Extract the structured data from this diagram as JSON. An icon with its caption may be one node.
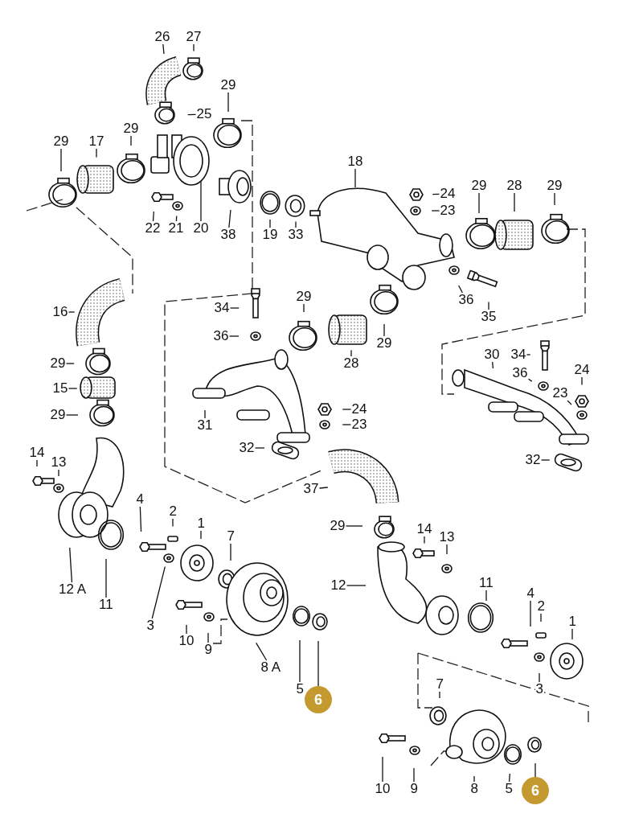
{
  "diagram": {
    "nodes": [
      {
        "text": [
          "26"
        ]
      },
      {
        "text": [
          "27"
        ]
      },
      {
        "text": [
          "25"
        ]
      },
      {
        "text": [
          "29"
        ]
      },
      {
        "text": [
          "29"
        ]
      },
      {
        "text": [
          "17"
        ]
      },
      {
        "text": [
          "29"
        ]
      },
      {
        "text": [
          "18"
        ]
      },
      {
        "text": [
          "24"
        ]
      },
      {
        "text": [
          "23"
        ]
      },
      {
        "text": [
          "29"
        ]
      },
      {
        "text": [
          "28"
        ]
      },
      {
        "text": [
          "29"
        ]
      },
      {
        "text": [
          "22"
        ]
      },
      {
        "text": [
          "21"
        ]
      },
      {
        "text": [
          "20"
        ]
      },
      {
        "text": [
          "38"
        ]
      },
      {
        "text": [
          "19"
        ]
      },
      {
        "text": [
          "33"
        ]
      },
      {
        "text": [
          "16"
        ]
      },
      {
        "text": [
          "34"
        ]
      },
      {
        "text": [
          "29"
        ]
      },
      {
        "text": [
          "36"
        ]
      },
      {
        "text": [
          "35"
        ]
      },
      {
        "text": [
          "36"
        ]
      },
      {
        "text": [
          "28"
        ]
      },
      {
        "text": [
          "29"
        ]
      },
      {
        "text": [
          "29"
        ]
      },
      {
        "text": [
          "30"
        ]
      },
      {
        "text": [
          "34"
        ]
      },
      {
        "text": [
          "36"
        ]
      },
      {
        "text": [
          "24"
        ]
      },
      {
        "text": [
          "15"
        ]
      },
      {
        "text": [
          "23"
        ]
      },
      {
        "text": [
          "29"
        ]
      },
      {
        "text": [
          "24"
        ]
      },
      {
        "text": [
          "23"
        ]
      },
      {
        "text": [
          "31"
        ]
      },
      {
        "text": [
          "32"
        ]
      },
      {
        "text": [
          "32"
        ]
      },
      {
        "text": [
          "14"
        ]
      },
      {
        "text": [
          "13"
        ]
      },
      {
        "text": [
          "37"
        ]
      },
      {
        "text": [
          "4"
        ]
      },
      {
        "text": [
          "2"
        ]
      },
      {
        "text": [
          "1"
        ]
      },
      {
        "text": [
          "7"
        ]
      },
      {
        "text": [
          "29"
        ]
      },
      {
        "text": [
          "14"
        ]
      },
      {
        "text": [
          "13"
        ]
      },
      {
        "text": [
          "12 A"
        ]
      },
      {
        "text": [
          "11"
        ]
      },
      {
        "text": [
          "12"
        ]
      },
      {
        "text": [
          "11"
        ]
      },
      {
        "text": [
          "4"
        ]
      },
      {
        "text": [
          "2"
        ]
      },
      {
        "text": [
          "1"
        ]
      },
      {
        "text": [
          "3"
        ]
      },
      {
        "text": [
          "10"
        ]
      },
      {
        "text": [
          "9"
        ]
      },
      {
        "text": [
          "8 A"
        ]
      },
      {
        "text": [
          "5"
        ]
      },
      {
        "text": [
          "6"
        ]
      },
      {
        "text": [
          "3"
        ]
      },
      {
        "text": [
          "7"
        ]
      },
      {
        "text": [
          "10"
        ]
      },
      {
        "text": [
          "9"
        ]
      },
      {
        "text": [
          "8"
        ]
      },
      {
        "text": [
          "5"
        ]
      },
      {
        "text": [
          "6"
        ]
      }
    ],
    "edges": [
      {
        "from": 0,
        "to": null,
        "arrow": "none"
      },
      {
        "from": 1,
        "to": null,
        "arrow": "none"
      },
      {
        "from": 2,
        "to": null,
        "arrow": "none"
      },
      {
        "from": 3,
        "to": null,
        "arrow": "none"
      },
      {
        "from": 4,
        "to": null,
        "arrow": "none"
      },
      {
        "from": 5,
        "to": null,
        "arrow": "none"
      },
      {
        "from": 6,
        "to": null,
        "arrow": "none"
      },
      {
        "from": 7,
        "to": null,
        "arrow": "none"
      },
      {
        "from": 8,
        "to": null,
        "arrow": "none"
      },
      {
        "from": 9,
        "to": null,
        "arrow": "none"
      },
      {
        "from": 10,
        "to": null,
        "arrow": "none"
      },
      {
        "from": 11,
        "to": null,
        "arrow": "none"
      },
      {
        "from": 12,
        "to": null,
        "arrow": "none"
      },
      {
        "from": 13,
        "to": null,
        "arrow": "none"
      },
      {
        "from": 14,
        "to": null,
        "arrow": "none"
      },
      {
        "from": 15,
        "to": null,
        "arrow": "none"
      },
      {
        "from": 16,
        "to": null,
        "arrow": "none"
      },
      {
        "from": 17,
        "to": null,
        "arrow": "none"
      },
      {
        "from": 18,
        "to": null,
        "arrow": "none"
      },
      {
        "from": 19,
        "to": null,
        "arrow": "none"
      },
      {
        "from": 20,
        "to": null,
        "arrow": "none"
      },
      {
        "from": 21,
        "to": null,
        "arrow": "none"
      },
      {
        "from": 22,
        "to": null,
        "arrow": "none"
      },
      {
        "from": 23,
        "to": null,
        "arrow": "none"
      },
      {
        "from": 24,
        "to": null,
        "arrow": "none"
      },
      {
        "from": 25,
        "to": null,
        "arrow": "none"
      },
      {
        "from": 26,
        "to": null,
        "arrow": "none"
      },
      {
        "from": 27,
        "to": null,
        "arrow": "none"
      },
      {
        "from": 28,
        "to": null,
        "arrow": "none"
      },
      {
        "from": 29,
        "to": null,
        "arrow": "none"
      },
      {
        "from": 30,
        "to": null,
        "arrow": "none"
      },
      {
        "from": 31,
        "to": null,
        "arrow": "none"
      },
      {
        "from": 32,
        "to": null,
        "arrow": "none"
      },
      {
        "from": 33,
        "to": null,
        "arrow": "none"
      },
      {
        "from": 34,
        "to": null,
        "arrow": "none"
      },
      {
        "from": 35,
        "to": null,
        "arrow": "none"
      },
      {
        "from": 36,
        "to": null,
        "arrow": "none"
      },
      {
        "from": 37,
        "to": null,
        "arrow": "none"
      },
      {
        "from": 38,
        "to": null,
        "arrow": "none"
      },
      {
        "from": 39,
        "to": null,
        "arrow": "none"
      },
      {
        "from": 40,
        "to": null,
        "arrow": "none"
      },
      {
        "from": 41,
        "to": null,
        "arrow": "none"
      },
      {
        "from": 42,
        "to": null,
        "arrow": "none"
      },
      {
        "from": 43,
        "to": null,
        "arrow": "none"
      },
      {
        "from": 44,
        "to": null,
        "arrow": "none"
      },
      {
        "from": 45,
        "to": null,
        "arrow": "none"
      },
      {
        "from": 46,
        "to": null,
        "arrow": "none"
      },
      {
        "from": 47,
        "to": null,
        "arrow": "none"
      },
      {
        "from": 48,
        "to": null,
        "arrow": "none"
      },
      {
        "from": 49,
        "to": null,
        "arrow": "none"
      },
      {
        "from": 50,
        "to": null,
        "arrow": "none"
      },
      {
        "from": 51,
        "to": null,
        "arrow": "none"
      },
      {
        "from": 52,
        "to": null,
        "arrow": "none"
      },
      {
        "from": 53,
        "to": null,
        "arrow": "none"
      },
      {
        "from": 54,
        "to": null,
        "arrow": "none"
      },
      {
        "from": 55,
        "to": null,
        "arrow": "none"
      },
      {
        "from": 56,
        "to": null,
        "arrow": "none"
      },
      {
        "from": 57,
        "to": null,
        "arrow": "none"
      },
      {
        "from": 58,
        "to": null,
        "arrow": "none"
      },
      {
        "from": 59,
        "to": null,
        "arrow": "none"
      },
      {
        "from": 60,
        "to": null,
        "arrow": "none"
      },
      {
        "from": 61,
        "to": null,
        "arrow": "none"
      },
      {
        "from": 62,
        "to": null,
        "arrow": "none"
      },
      {
        "from": 63,
        "to": null,
        "arrow": "none"
      },
      {
        "from": 64,
        "to": null,
        "arrow": "none"
      },
      {
        "from": 65,
        "to": null,
        "arrow": "none"
      },
      {
        "from": 66,
        "to": null,
        "arrow": "none"
      },
      {
        "from": 67,
        "to": null,
        "arrow": "none"
      },
      {
        "from": 68,
        "to": null,
        "arrow": "none"
      },
      {
        "from": 69,
        "to": null,
        "arrow": "none"
      }
    ]
  }
}
